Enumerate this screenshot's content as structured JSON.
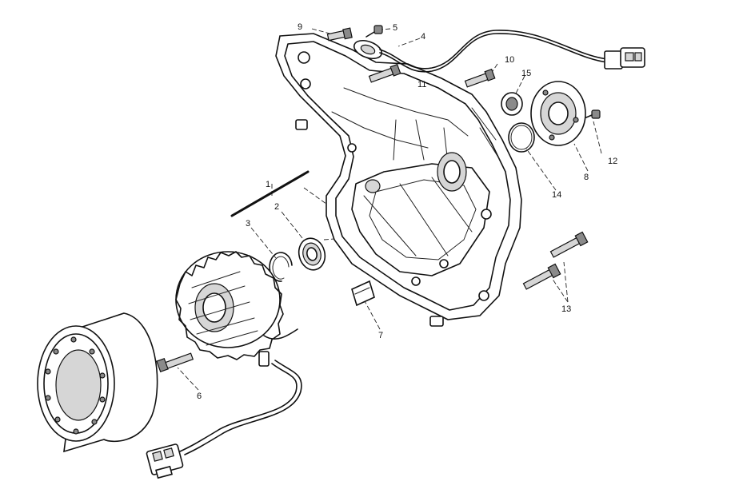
{
  "callouts": [
    "1",
    "2",
    "3",
    "4",
    "5",
    "6",
    "7",
    "8",
    "9",
    "10",
    "11",
    "12",
    "13",
    "14",
    "15"
  ],
  "colors": {
    "line": "#111111",
    "background": "#ffffff",
    "shade": "#d6d6d6"
  }
}
